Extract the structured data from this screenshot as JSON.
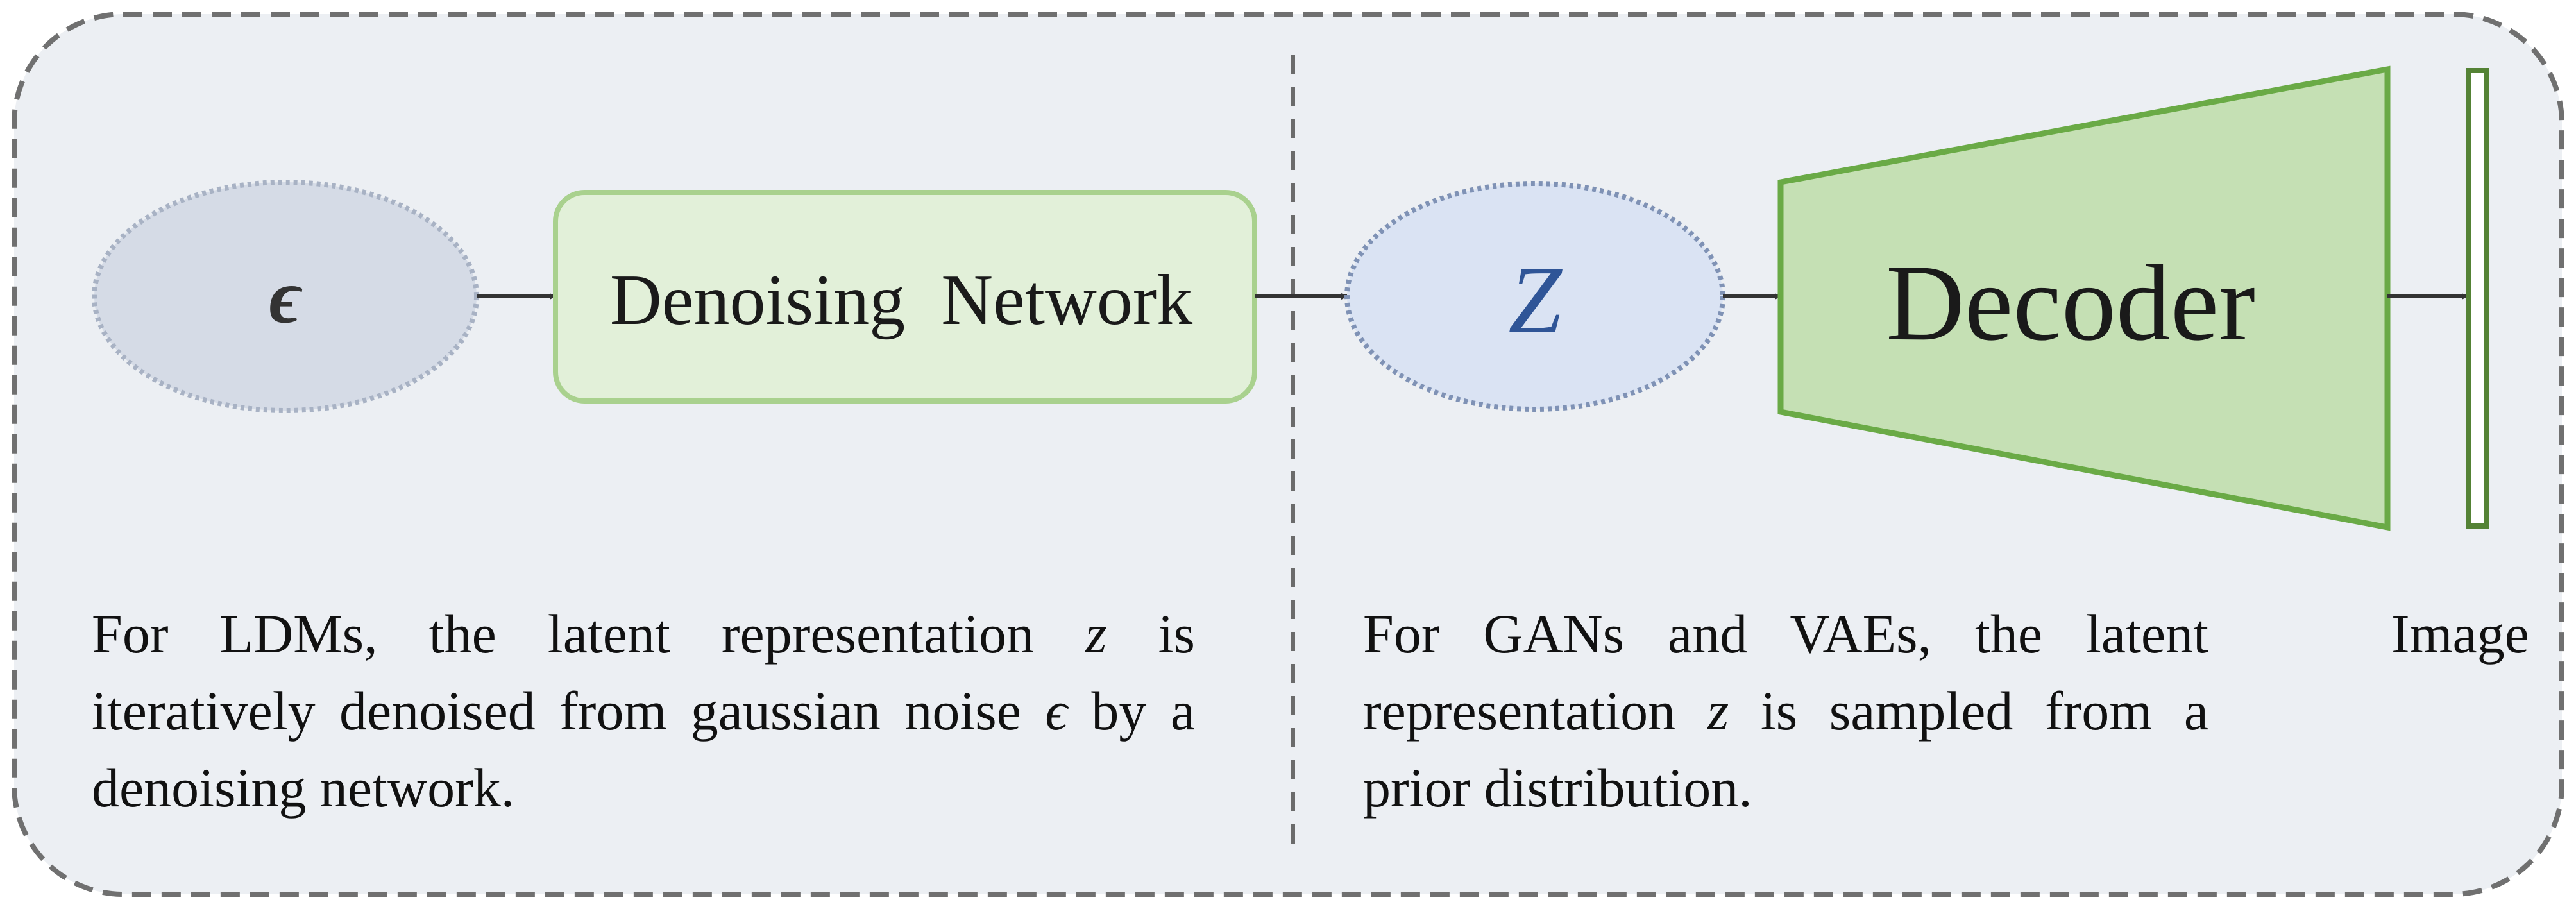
{
  "nodes": {
    "noise_symbol": "ϵ",
    "denoising_network": "Denoising  Network",
    "latent_symbol": "Z",
    "decoder": "Decoder",
    "image": "Image"
  },
  "captions": {
    "left": {
      "before_z": "For LDMs, the latent representation ",
      "z": "z",
      "middle": " is iteratively denoised from gaussian noise ",
      "epsilon": "ϵ",
      "after": " by a denoising network."
    },
    "right": {
      "before_z": "For GANs and VAEs, the latent representation ",
      "z": "z",
      "after": " is sampled from a prior distribution."
    }
  },
  "colors": {
    "panel_fill": "#eceff3",
    "panel_border": "#707070",
    "noise_fill": "#d5dbe6",
    "noise_border": "#a8b2c4",
    "denoiser_fill": "#e2f0d9",
    "denoiser_border": "#a9d18e",
    "latent_fill": "#dae3f3",
    "latent_border": "#7f92b5",
    "latent_text": "#2f5597",
    "decoder_fill": "#c5e0b4",
    "decoder_border": "#6aaa46",
    "image_border": "#548235"
  }
}
